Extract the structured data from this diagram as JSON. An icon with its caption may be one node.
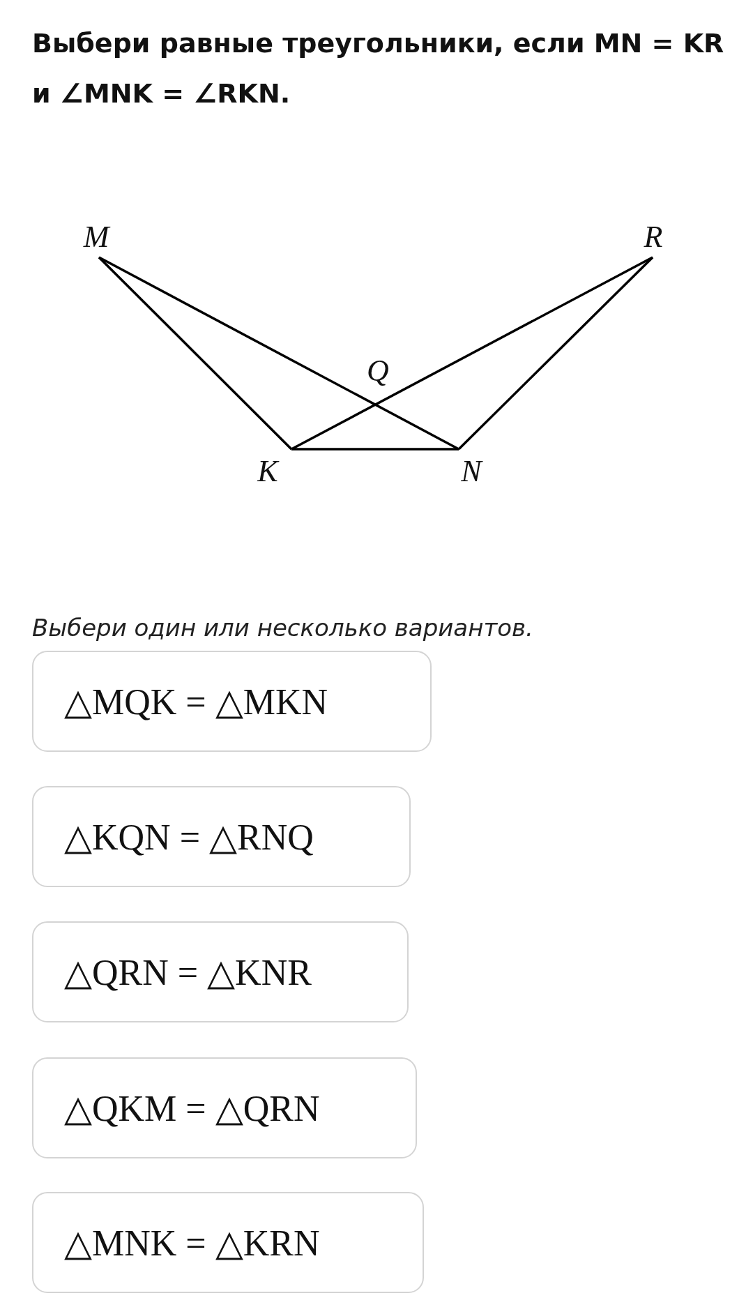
{
  "diagram": {
    "title": "Выбери равные треугольники, если MN = KR и ∠MNK = ∠RKN.",
    "nodes": [
      {
        "text": [
          "△MQK = △MKN"
        ]
      },
      {
        "text": [
          "△KQN = △RNQ"
        ]
      },
      {
        "text": [
          "△QRN = △KNR"
        ]
      },
      {
        "text": [
          "△QKM = △QRN"
        ]
      },
      {
        "text": [
          "△MNK = △KRN"
        ]
      }
    ],
    "edges": [],
    "labels": [
      "M",
      "R",
      "Q",
      "K",
      "N",
      "Выбери один или несколько вариантов."
    ]
  }
}
